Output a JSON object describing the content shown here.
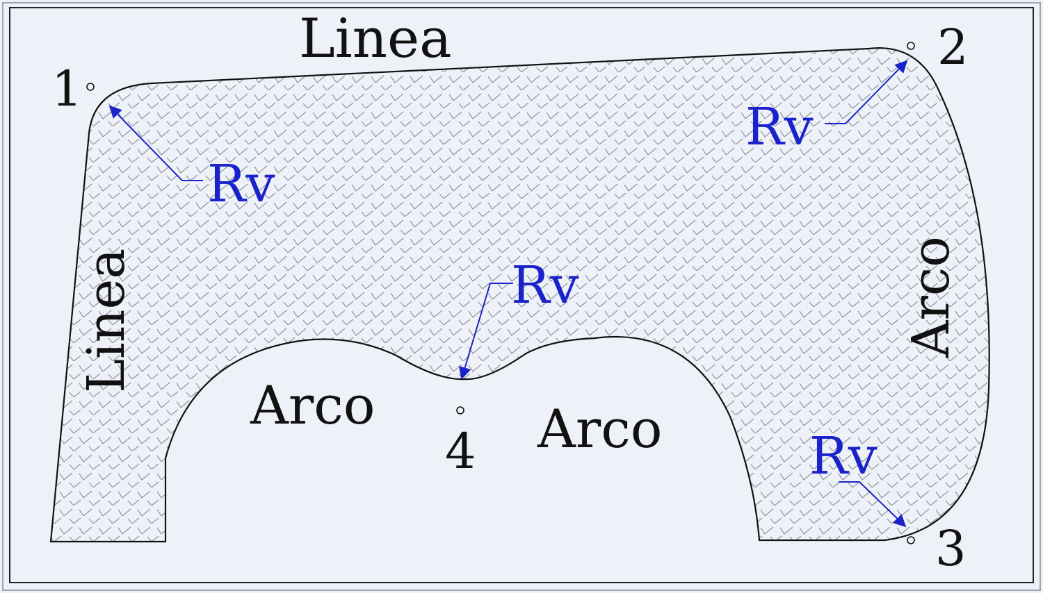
{
  "colors": {
    "background": "#eef2f8",
    "outline": "#111111",
    "hatch": "#8f959c",
    "annotation": "#1a22cc"
  },
  "edge_labels": {
    "top": "Linea",
    "left": "Linea",
    "right": "Arco",
    "arch_left": "Arco",
    "arch_right": "Arco"
  },
  "points": {
    "p1": "1",
    "p2": "2",
    "p3": "3",
    "p4": "4"
  },
  "radius_labels": {
    "corner_1": "Rv",
    "corner_2": "Rv",
    "notch_4": "Rv",
    "corner_3": "Rv"
  }
}
